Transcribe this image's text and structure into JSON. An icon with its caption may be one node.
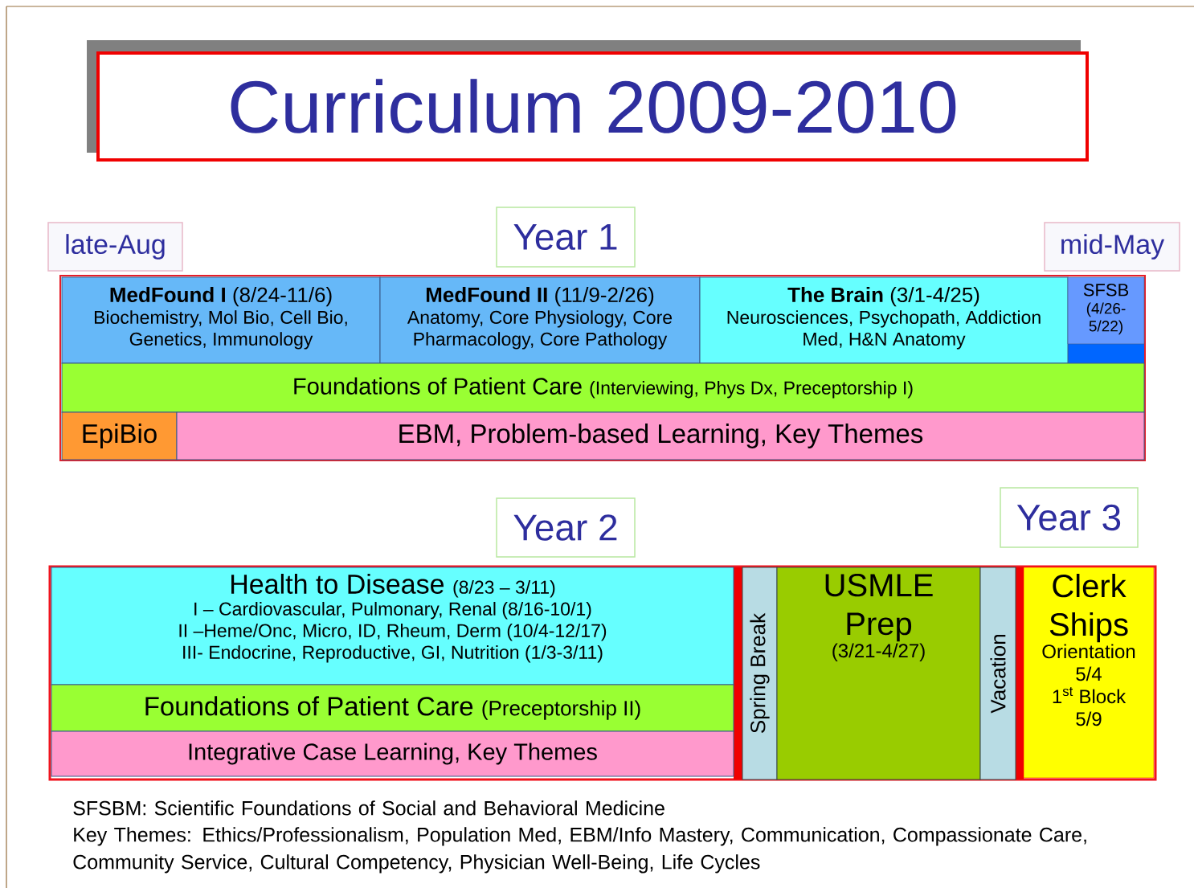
{
  "diagram": {
    "title": "Curriculum 2009-2010",
    "nodes": [
      {
        "text": [
          "late-Aug"
        ]
      },
      {
        "text": [
          "Year 1"
        ]
      },
      {
        "text": [
          "mid-May"
        ]
      },
      {
        "text": [
          "**MedFound I** (8/24-11/6)",
          "Biochemistry, Mol Bio, Cell Bio, Genetics, Immunology"
        ]
      },
      {
        "text": [
          "**MedFound II** (11/9-2/26)",
          "Anatomy, Core Physiology, Core Pharmacology, Core Pathology"
        ]
      },
      {
        "text": [
          "**The Brain** (3/1-4/25)",
          "Neurosciences, Psychopath, Addiction Med, H&N Anatomy"
        ]
      },
      {
        "text": [
          "SFSB",
          "(4/26- 5/22)"
        ]
      },
      {
        "text": [
          "Foundations of Patient Care",
          "(Interviewing, Phys Dx, Preceptorship I)"
        ]
      },
      {
        "text": [
          "EpiBio"
        ]
      },
      {
        "text": [
          "EBM, Problem-based Learning, Key Themes"
        ]
      },
      {
        "text": [
          "Year 2"
        ]
      },
      {
        "text": [
          "Year 3"
        ]
      },
      {
        "text": [
          "Health to Disease",
          "(8/23 – 3/11)",
          "I – Cardiovascular, Pulmonary, Renal (8/16-10/1)",
          "II –Heme/Onc, Micro, ID, Rheum, Derm (10/4-12/17)",
          "III- Endocrine, Reproductive, GI, Nutrition (1/3-3/11)"
        ]
      },
      {
        "text": [
          "Foundations of Patient Care",
          "(Preceptorship II)"
        ]
      },
      {
        "text": [
          "Integrative Case Learning, Key Themes"
        ]
      },
      {
        "text": [
          "Spring Break"
        ]
      },
      {
        "text": [
          "USMLE Prep",
          "(3/21-4/27)"
        ]
      },
      {
        "text": [
          "Vacation"
        ]
      },
      {
        "text": [
          "Clerk Ships",
          "Orientation 5/4",
          "1$^{st}$ Block 5/9"
        ]
      }
    ],
    "labels": [
      "SFSBM: Scientific Foundations of Social and Behavioral Medicine",
      "Key Themes: Ethics/Professionalism, Population Med, EBM/Info Mastery, Communication, Compassionate Care, Community Service, Cultural Competency, Physician Well-Being, Life Cycles"
    ]
  }
}
